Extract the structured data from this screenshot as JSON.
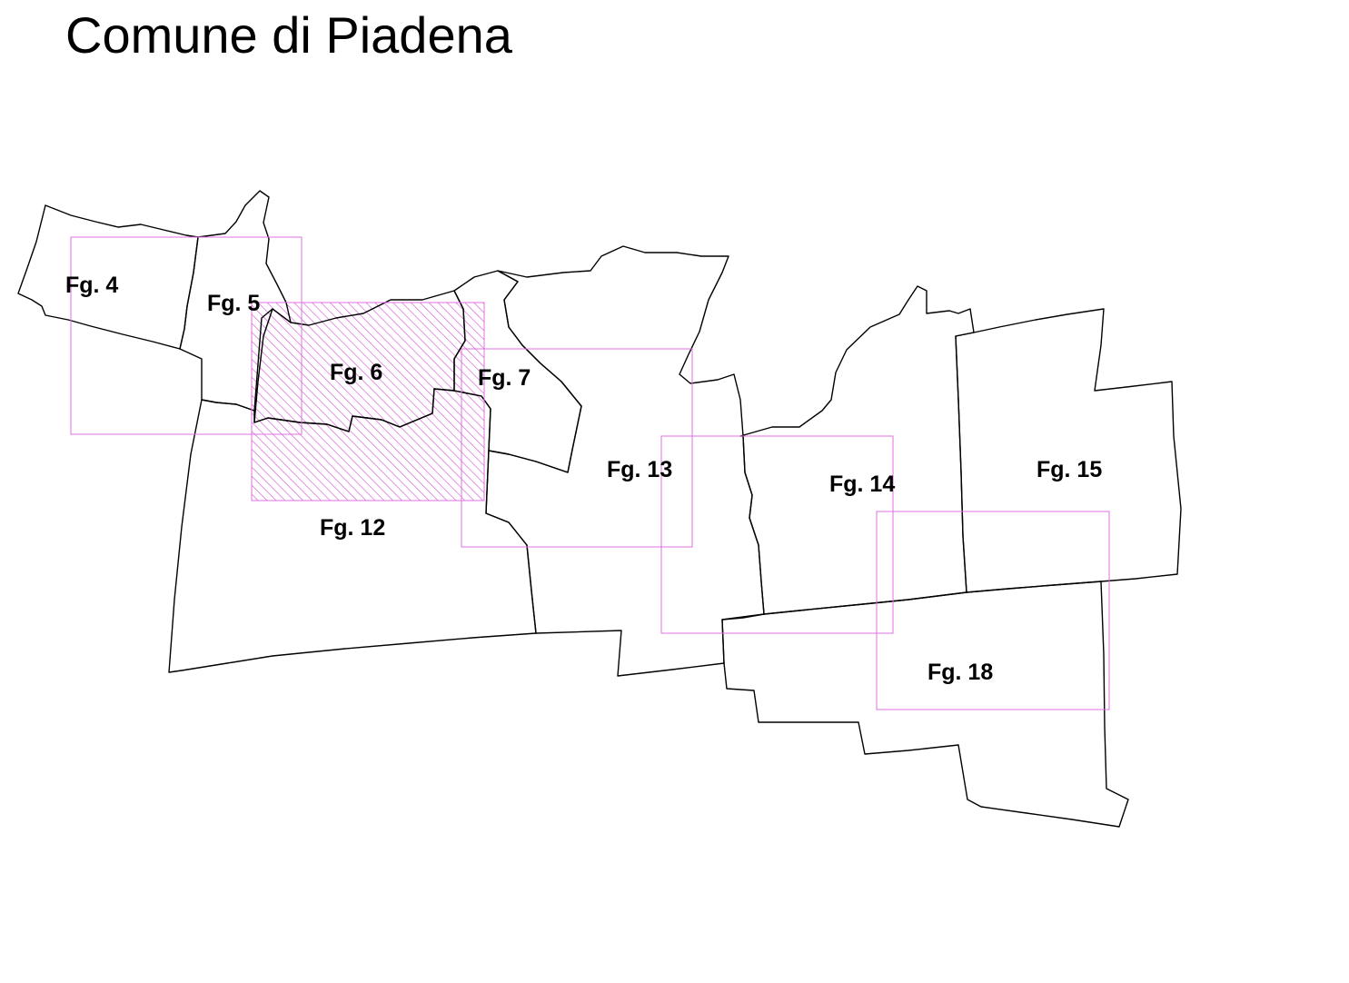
{
  "title": "Comune di Piadena",
  "colors": {
    "boundary": "#000000",
    "frame": "#e070e0",
    "hatch": "#d65ad6",
    "label": "#000000",
    "background": "#ffffff"
  },
  "sheets": [
    {
      "id": "fg4",
      "label": "Fg. 4"
    },
    {
      "id": "fg5",
      "label": "Fg. 5"
    },
    {
      "id": "fg6",
      "label": "Fg. 6",
      "highlighted": true
    },
    {
      "id": "fg7",
      "label": "Fg. 7"
    },
    {
      "id": "fg12",
      "label": "Fg. 12"
    },
    {
      "id": "fg13",
      "label": "Fg. 13"
    },
    {
      "id": "fg14",
      "label": "Fg. 14"
    },
    {
      "id": "fg15",
      "label": "Fg. 15"
    },
    {
      "id": "fg18",
      "label": "Fg. 18"
    }
  ]
}
